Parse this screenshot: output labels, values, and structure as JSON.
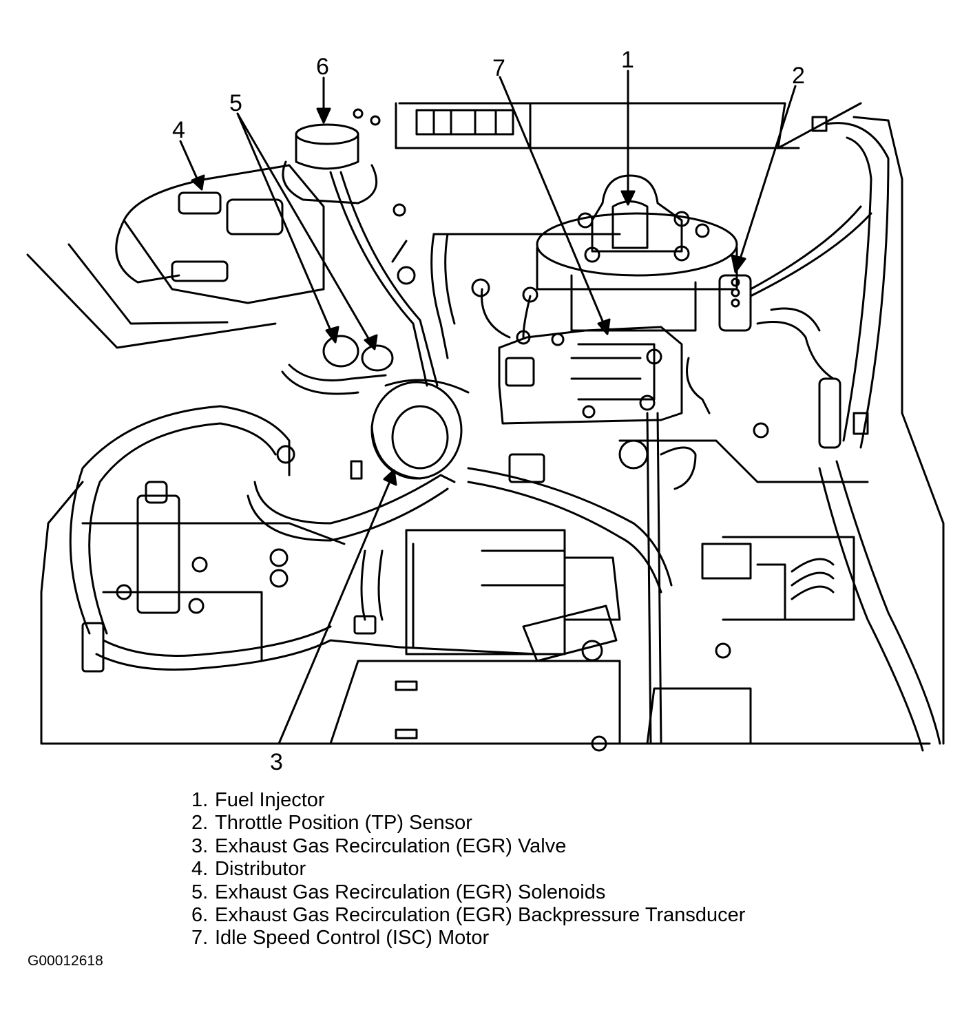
{
  "callouts": {
    "c1": "1",
    "c2": "2",
    "c3": "3",
    "c4": "4",
    "c5": "5",
    "c6": "6",
    "c7": "7"
  },
  "legend": [
    {
      "num": "1.",
      "text": "Fuel Injector"
    },
    {
      "num": "2.",
      "text": "Throttle Position (TP) Sensor"
    },
    {
      "num": "3.",
      "text": "Exhaust Gas Recirculation (EGR) Valve"
    },
    {
      "num": "4.",
      "text": "Distributor"
    },
    {
      "num": "5.",
      "text": "Exhaust Gas Recirculation (EGR) Solenoids"
    },
    {
      "num": "6.",
      "text": "Exhaust Gas Recirculation (EGR) Backpressure Transducer"
    },
    {
      "num": "7.",
      "text": "Idle Speed Control (ISC) Motor"
    }
  ],
  "figure_id": "G00012618",
  "colors": {
    "ink": "#000000",
    "paper": "#ffffff"
  }
}
